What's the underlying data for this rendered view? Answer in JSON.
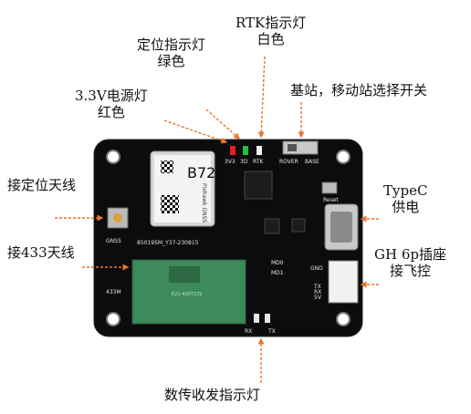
{
  "annotations": {
    "gnss_led": [
      "定位指示灯",
      "绿色"
    ],
    "rtk_led": [
      "RTK指示灯",
      "白色"
    ],
    "power_led": [
      "3.3V电源灯",
      "红色"
    ],
    "switch": "基站，移动站选择开关",
    "gnss_antenna": "接定位天线",
    "typec": [
      "TypeC",
      "供电"
    ],
    "antenna_433": "接433天线",
    "gh_connector": [
      "GH 6p插座",
      "接飞控"
    ],
    "data_led": "数传收发指示灯"
  },
  "silkscreen": {
    "led_labels": [
      "3V3",
      "3D",
      "RTK"
    ],
    "switch_labels": [
      "ROVER",
      "BASE"
    ],
    "reset": "Reset",
    "gnss": "GNSS",
    "m433": "433M",
    "serial": "850195M_Y37-230815",
    "md0": "MD0",
    "md1": "MD1",
    "rx": "RX",
    "tx": "TX",
    "gnd": "GND",
    "pins": [
      "TX",
      "RX",
      "5V"
    ],
    "module_model": "B72",
    "module_brand": "Pixhawk GNSS",
    "radio_chip_text": "E22-400T22S"
  },
  "colors": {
    "board": "#0c0c0e",
    "arrow": "#e8742b",
    "led_red": "#e02020",
    "led_green": "#20c040",
    "led_white": "#f0f0f0",
    "radio_module": "#3d8a5a"
  }
}
